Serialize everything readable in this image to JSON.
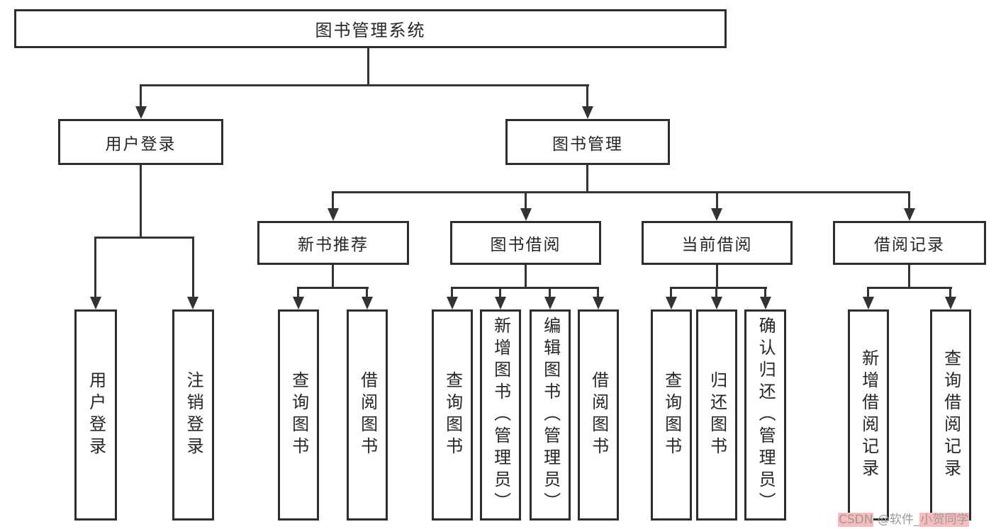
{
  "nodes": {
    "root": "图书管理系统",
    "user_login": "用户登录",
    "book_management": "图书管理",
    "user_login_children": [
      "用户登录",
      "注销登录"
    ],
    "book_management_children": [
      "新书推荐",
      "图书借阅",
      "当前借阅",
      "借阅记录"
    ],
    "new_book_children": [
      "查询图书",
      "借阅图书"
    ],
    "book_borrow_children": [
      "查询图书",
      "新增图书（管理员）",
      "编辑图书（管理员）",
      "借阅图书"
    ],
    "current_borrow_children": [
      "查询图书",
      "归还图书",
      "确认归还（管理员）"
    ],
    "borrow_record_children": [
      "新增借阅记录",
      "查询借阅记录"
    ]
  },
  "watermark": {
    "brand": "CSDN",
    "middle": " @软件_",
    "name": "小贺同学"
  },
  "colors": {
    "line": "#333333",
    "box_border": "#2e2e2e",
    "text": "#262626",
    "background": "#ffffff",
    "watermark_text": "#9a9a9a",
    "watermark_highlight": "#f8bcbc"
  }
}
